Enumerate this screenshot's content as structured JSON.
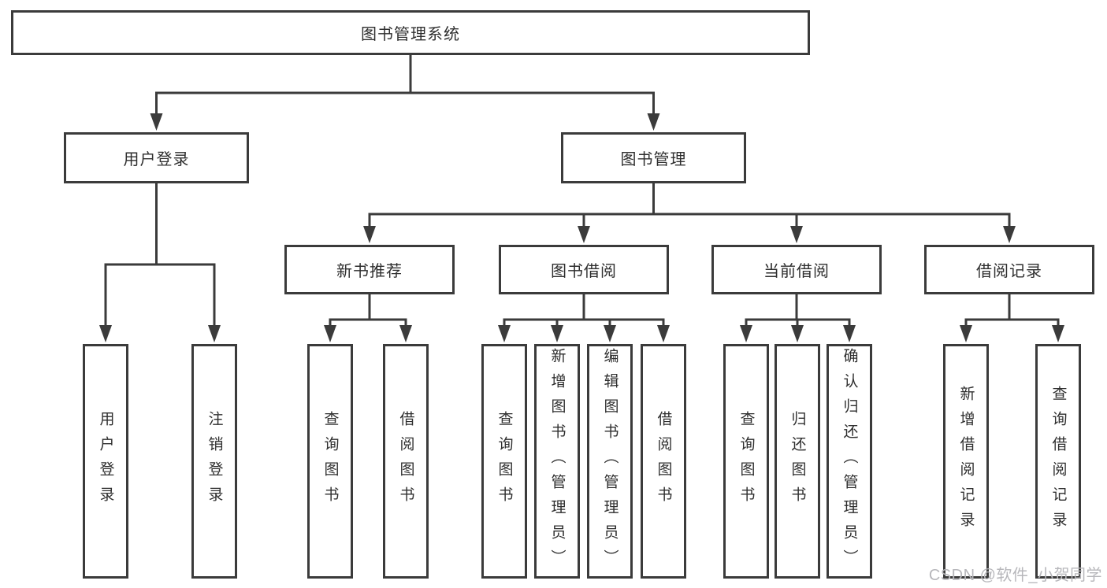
{
  "colors": {
    "line": "#3b3b3b",
    "box-border": "#3b3b3b",
    "text": "#2e2e2e",
    "watermark": "#b7b7bb",
    "box-fill": "#ffffff"
  },
  "watermark": {
    "text": "CSDN @软件_小贺同学"
  },
  "tree": {
    "root": {
      "label": "图书管理系统"
    },
    "branches": [
      {
        "label": "用户登录",
        "children": [
          {
            "label": "用户登录"
          },
          {
            "label": "注销登录"
          }
        ]
      },
      {
        "label": "图书管理",
        "children": [
          {
            "label": "新书推荐",
            "children": [
              {
                "label": "查询图书"
              },
              {
                "label": "借阅图书"
              }
            ]
          },
          {
            "label": "图书借阅",
            "children": [
              {
                "label": "查询图书"
              },
              {
                "label": "新增图书（管理员）"
              },
              {
                "label": "编辑图书（管理员）"
              },
              {
                "label": "借阅图书"
              }
            ]
          },
          {
            "label": "当前借阅",
            "children": [
              {
                "label": "查询图书"
              },
              {
                "label": "归还图书"
              },
              {
                "label": "确认归还（管理员）"
              }
            ]
          },
          {
            "label": "借阅记录",
            "children": [
              {
                "label": "新增借阅记录"
              },
              {
                "label": "查询借阅记录"
              }
            ]
          }
        ]
      }
    ]
  }
}
